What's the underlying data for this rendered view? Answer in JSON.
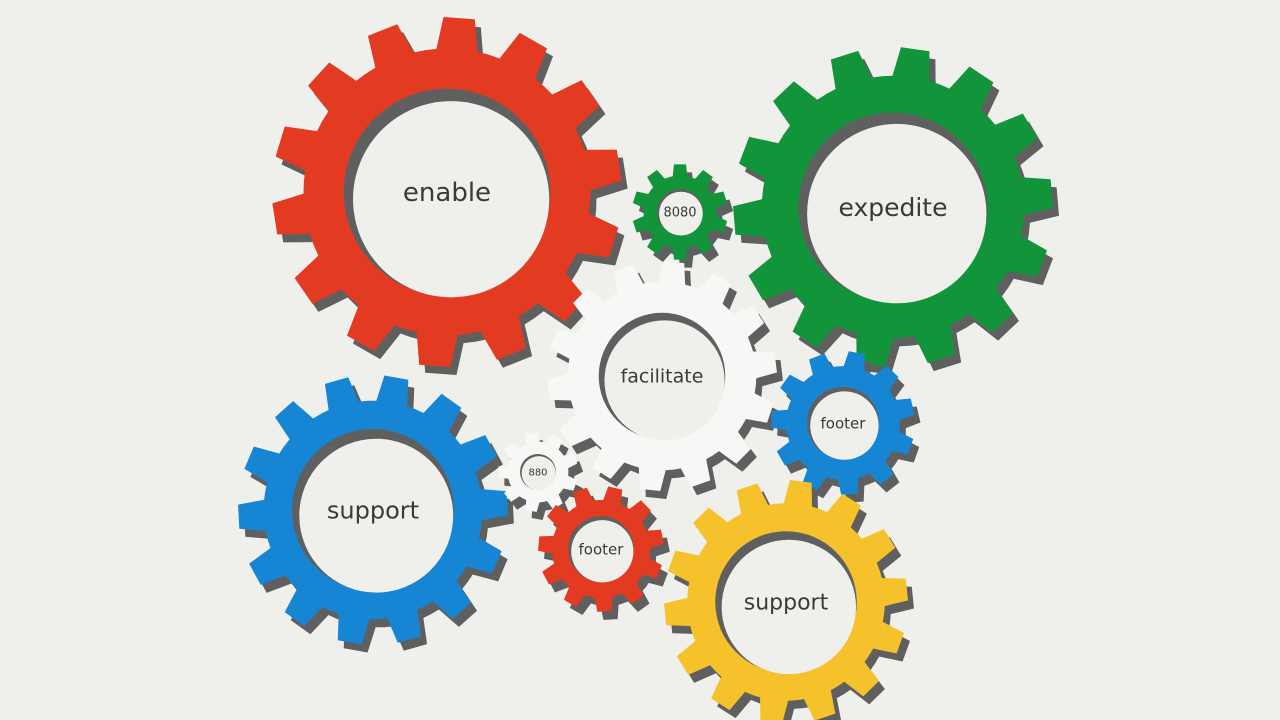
{
  "colors": {
    "background": "#efefeb",
    "red": "#e23b22",
    "green": "#12943a",
    "blue": "#1585d4",
    "yellow": "#f6c22c",
    "white": "#f7f7f5",
    "shadow": "#5f5f5f",
    "hub": "#efefeb",
    "text": "#3a3a3a"
  },
  "gears": [
    {
      "id": "gear-enable",
      "label": "enable",
      "color": "red"
    },
    {
      "id": "gear-expedite",
      "label": "expedite",
      "color": "green"
    },
    {
      "id": "gear-small-green",
      "label": "8080",
      "color": "green"
    },
    {
      "id": "gear-facilitate",
      "label": "facilitate",
      "color": "white"
    },
    {
      "id": "gear-support-blue",
      "label": "support",
      "color": "blue"
    },
    {
      "id": "gear-footer-blue",
      "label": "footer",
      "color": "blue"
    },
    {
      "id": "gear-tiny-white",
      "label": "880",
      "color": "white"
    },
    {
      "id": "gear-footer-red",
      "label": "footer",
      "color": "red"
    },
    {
      "id": "gear-support-yellow",
      "label": "support",
      "color": "yellow"
    }
  ]
}
